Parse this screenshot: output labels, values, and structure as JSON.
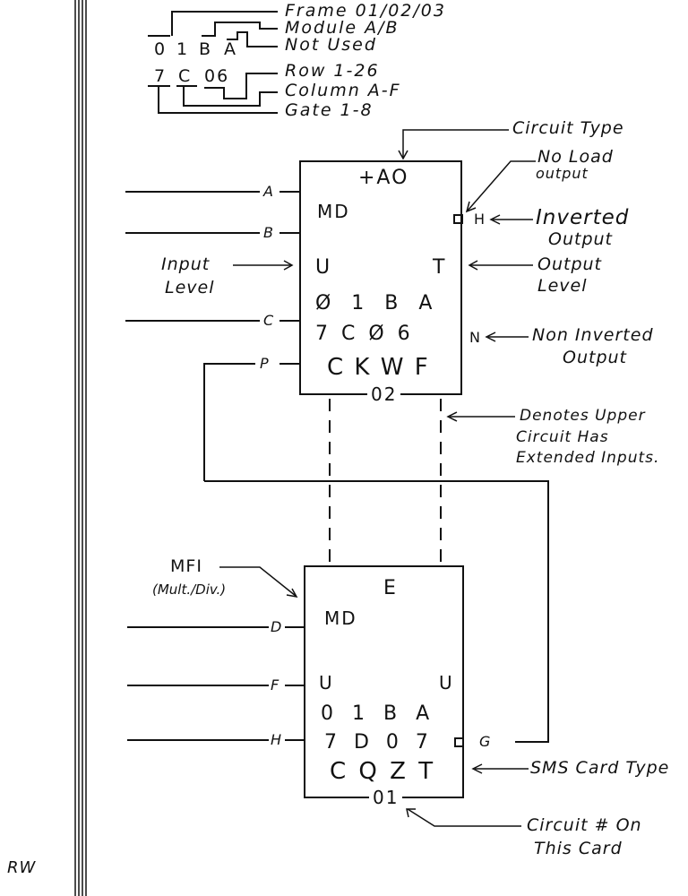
{
  "legend": {
    "row1_chars": [
      "0",
      "1",
      "B",
      "A"
    ],
    "row2_chars": [
      "7",
      "C",
      "06"
    ],
    "labels": [
      "Frame 01/02/03",
      "Module A/B",
      "Not Used",
      "Row 1-26",
      "Column A-F",
      "Gate 1-8"
    ]
  },
  "upper_circuit": {
    "circuit_type": "+AO",
    "md": "MD",
    "input_level": "U",
    "output_level": "T",
    "location_row1": "Ø 1 B A",
    "location_row2": "7 C Ø 6",
    "card_type": "C K W F",
    "circuit_number": "02",
    "inputs": [
      "A",
      "B",
      "C",
      "P"
    ],
    "inverted_output": "H",
    "non_inverted_output": "N"
  },
  "lower_circuit": {
    "circuit_type": "E",
    "md": "MD",
    "input_level": "U",
    "output_level": "U",
    "location_row1": "0 1 B A",
    "location_row2": "7 D 0 7",
    "card_type": "C Q Z T",
    "circuit_number": "01",
    "inputs": [
      "D",
      "F",
      "H"
    ],
    "output": "G"
  },
  "annotations": {
    "circuit_type": "Circuit Type",
    "no_load_output_1": "No Load",
    "no_load_output_2": "output",
    "inverted_output_1": "Inverted",
    "inverted_output_2": "Output",
    "input_level_1": "Input",
    "input_level_2": "Level",
    "output_level_1": "Output",
    "output_level_2": "Level",
    "non_inverted_1": "Non Inverted",
    "non_inverted_2": "Output",
    "extended_1": "Denotes Upper",
    "extended_2": "Circuit Has",
    "extended_3": "Extended Inputs.",
    "mfi": "MFI",
    "mfi_sub": "(Mult./Div.)",
    "sms_card_type": "SMS Card Type",
    "circuit_no_1": "Circuit # On",
    "circuit_no_2": "This Card",
    "initials": "RW"
  }
}
